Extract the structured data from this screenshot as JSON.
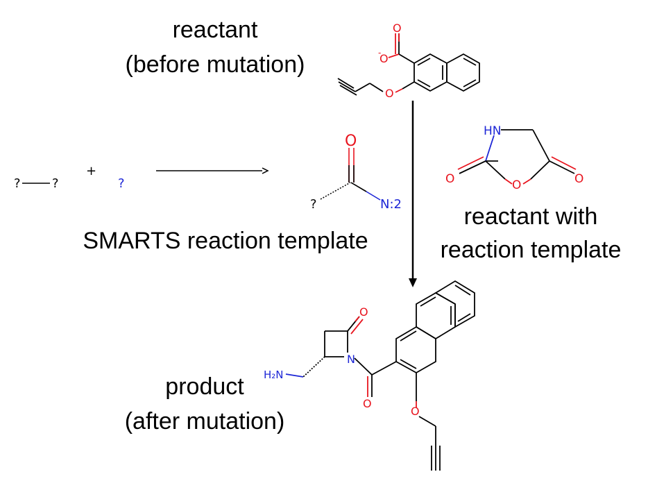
{
  "labels": {
    "reactant_line1": "reactant",
    "reactant_line2": "(before mutation)",
    "template": "SMARTS reaction template",
    "reactant_template_line1": "reactant with",
    "reactant_template_line2": "reaction template",
    "product_line1": "product",
    "product_line2": "(after mutation)"
  },
  "smarts": {
    "left_atom_a": "?",
    "left_atom_b": "?",
    "plus": "+",
    "atom_c": "?",
    "wildcard_atom": "?",
    "oxygen": "O",
    "nitrogen_mapped": "N:2"
  },
  "atoms": {
    "oxygen": "O",
    "nitrogen": "N",
    "nitrogen_h": "HN",
    "oxygen_minus": "O",
    "minus": "-",
    "amine": "H₂N"
  },
  "colors": {
    "oxygen": "#e8141e",
    "nitrogen": "#1d26d6",
    "bond": "#000000"
  }
}
